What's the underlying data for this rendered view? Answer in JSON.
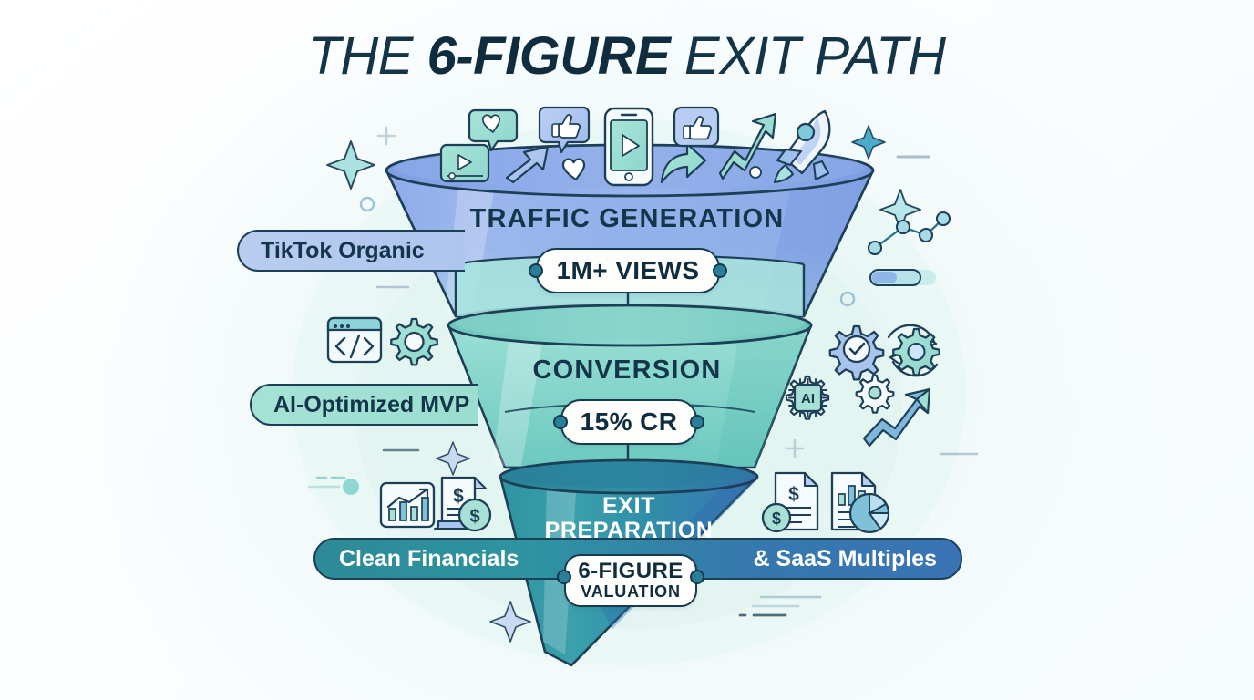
{
  "title": {
    "lead": "THE ",
    "highlight": "6-FIGURE",
    "tail": " EXIT PATH"
  },
  "colors": {
    "ink": "#143447",
    "stage1_top": "#8fa9e8",
    "stage1_bottom": "#9fe0dd",
    "stage2_top": "#8fd8cf",
    "stage2_bottom": "#6fcdc3",
    "stage3_top": "#2f8fa3",
    "stage3_bottom": "#3a76b5",
    "badge_bg": "#fdfdfb",
    "badge_border": "#173a4f",
    "pill1_bg": "#b4c9ef",
    "pill2_bg": "#a0e0d2",
    "bar3_start": "#2d8a96",
    "bar3_end": "#3a73b5",
    "accent_dot": "#2b7e97"
  },
  "funnel": {
    "stages": [
      {
        "id": "traffic-generation",
        "name": "TRAFFIC GENERATION",
        "metric_main": "1M+ VIEWS",
        "metric_sub": "",
        "side_label": "TikTok Organic"
      },
      {
        "id": "conversion",
        "name": "CONVERSION",
        "metric_main": "15% CR",
        "metric_sub": "",
        "side_label": "AI-Optimized MVP"
      },
      {
        "id": "exit-preparation",
        "name": "EXIT PREPARATION",
        "name_line1": "EXIT",
        "name_line2": "PREPARATION",
        "metric_main": "6-FIGURE",
        "metric_sub": "VALUATION",
        "side_label_left": "Clean Financials",
        "side_label_right": "& SaaS Multiples"
      }
    ]
  },
  "icons": {
    "top_cluster": [
      "video-player-icon",
      "heart-bubble-icon",
      "thumbs-up-bubble-icon",
      "arrow-up-right-icon",
      "heart-icon",
      "smartphone-play-icon",
      "share-arrow-icon",
      "trend-up-arrow-icon",
      "thumbs-up-icon",
      "rocket-icon"
    ],
    "left_mid_cluster": [
      "code-window-icon",
      "gear-icon"
    ],
    "right_mid_cluster": [
      "gear-check-icon",
      "gear-refresh-icon",
      "ai-chip-icon",
      "small-gear-icon",
      "growth-arrow-icon"
    ],
    "left_bottom_cluster": [
      "bar-chart-growth-icon",
      "invoice-dollar-icon"
    ],
    "right_bottom_cluster": [
      "document-dollar-icon",
      "report-pie-chart-icon"
    ],
    "decorations": [
      "sparkle-icon",
      "plus-mark-icon",
      "circle-outline-icon",
      "line-chart-icon",
      "progress-bar-icon",
      "dash-line-icon"
    ]
  }
}
